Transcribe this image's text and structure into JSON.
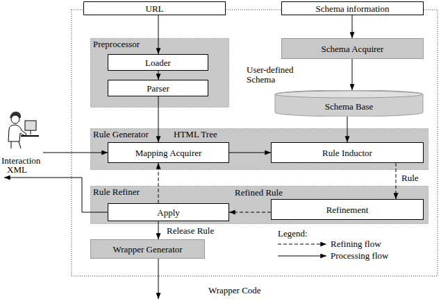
{
  "diagram": {
    "nodes": [
      {
        "text": [
          "URL"
        ]
      },
      {
        "text": [
          "Schema information"
        ]
      },
      {
        "text": [
          "Preprocessor"
        ]
      },
      {
        "text": [
          "Loader"
        ],
        "in": 2
      },
      {
        "text": [
          "Parser"
        ],
        "in": 2
      },
      {
        "text": [
          "Schema Acquirer"
        ]
      },
      {
        "text": [
          "Schema Base"
        ]
      },
      {
        "text": [
          "Rule Generator"
        ]
      },
      {
        "text": [
          "Mapping Acquirer"
        ],
        "in": 7
      },
      {
        "text": [
          "Rule Inductor"
        ],
        "in": 7
      },
      {
        "text": [
          "Rule Refiner"
        ]
      },
      {
        "text": [
          "Apply"
        ],
        "in": 10
      },
      {
        "text": [
          "Refinement"
        ],
        "in": 10
      },
      {
        "text": [
          "Wrapper Generator"
        ]
      }
    ],
    "edges": [
      {
        "from": 0,
        "to": 3,
        "arrow": "to"
      },
      {
        "from": 1,
        "to": 5,
        "arrow": "to"
      },
      {
        "from": 3,
        "to": 4,
        "arrow": "to"
      },
      {
        "from": 4,
        "to": 8,
        "arrow": "to"
      },
      {
        "from": 5,
        "to": 6,
        "arrow": "to"
      },
      {
        "from": 6,
        "to": 9,
        "arrow": "to"
      },
      {
        "from": 8,
        "to": 9,
        "arrow": "to"
      },
      {
        "from": 9,
        "to": 12,
        "arrow": "to"
      },
      {
        "from": 12,
        "to": 11,
        "arrow": "to"
      },
      {
        "from": 11,
        "to": 8,
        "arrow": "to"
      },
      {
        "from": 11,
        "to": 13,
        "arrow": "to"
      }
    ],
    "labels": [
      "User-defined Schema",
      "HTML Tree",
      "Interaction",
      "XML",
      "Rule",
      "Refined Rule",
      "Release Rule",
      "Legend:",
      "Wrapper Code"
    ],
    "legend": [
      {
        "text": "Refining flow"
      },
      {
        "text": "Processing flow"
      }
    ]
  }
}
